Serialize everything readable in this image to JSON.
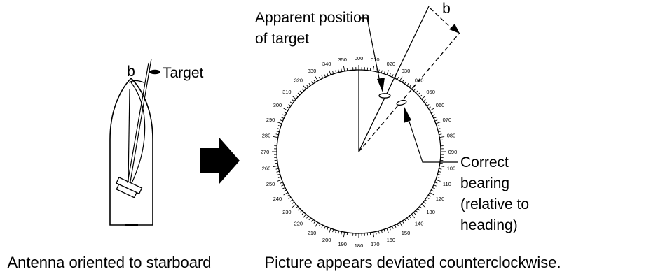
{
  "left_figure": {
    "angle_label": "b",
    "target_label": "Target",
    "caption": "Antenna oriented to starboard"
  },
  "right_figure": {
    "apparent_label_line1": "Apparent position",
    "apparent_label_line2": "of target",
    "angle_label": "b",
    "correct_label_line1": "Correct",
    "correct_label_line2": "bearing",
    "correct_label_line3": "(relative to",
    "correct_label_line4": "heading)",
    "caption": "Picture appears deviated counterclockwise."
  },
  "bearing_scale": {
    "labels": [
      "000",
      "010",
      "020",
      "030",
      "040",
      "050",
      "060",
      "070",
      "080",
      "090",
      "100",
      "110",
      "120",
      "130",
      "140",
      "150",
      "160",
      "170",
      "180",
      "190",
      "200",
      "210",
      "220",
      "230",
      "240",
      "250",
      "260",
      "270",
      "280",
      "290",
      "300",
      "310",
      "320",
      "330",
      "340",
      "350"
    ]
  },
  "colors": {
    "stroke": "#000000",
    "arrow": "#000000",
    "background": "#ffffff"
  }
}
